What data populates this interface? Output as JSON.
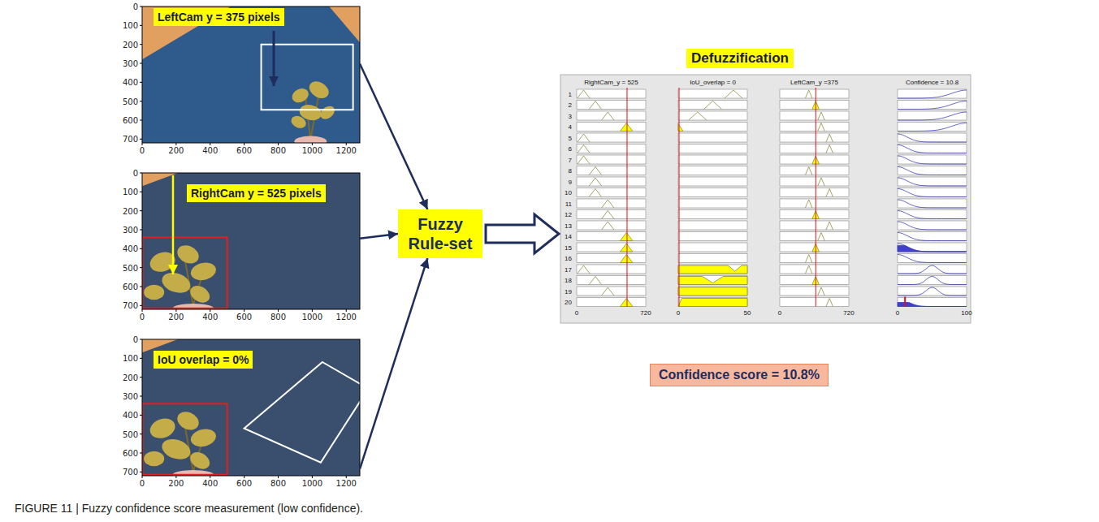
{
  "diagram": {
    "caption": "FIGURE 11 | Fuzzy confidence score measurement (low confidence).",
    "nodes": [
      {
        "text": [
          "LeftCam y = 375 pixels"
        ]
      },
      {
        "text": [
          "RightCam y = 525 pixels"
        ]
      },
      {
        "text": [
          "IoU overlap = 0%"
        ]
      },
      {
        "text": [
          "Fuzzy Rule-set"
        ]
      },
      {
        "text": [
          "Defuzzification"
        ]
      },
      {
        "text": [
          "Confidence score = 10.8%"
        ]
      }
    ],
    "edges": [
      {
        "from": 0,
        "to": 3,
        "arrow": "to"
      },
      {
        "from": 1,
        "to": 3,
        "arrow": "to"
      },
      {
        "from": 2,
        "to": 3,
        "arrow": "to"
      },
      {
        "from": 3,
        "to": 4,
        "arrow": "to"
      }
    ],
    "labels": [
      "0",
      "100",
      "200",
      "300",
      "400",
      "500",
      "600",
      "700",
      "0",
      "200",
      "400",
      "600",
      "800",
      "1000",
      "1200",
      "0",
      "100",
      "200",
      "300",
      "400",
      "500",
      "600",
      "700",
      "0",
      "200",
      "400",
      "600",
      "800",
      "1000",
      "1200",
      "0",
      "100",
      "200",
      "300",
      "400",
      "500",
      "600",
      "700",
      "0",
      "200",
      "400",
      "600",
      "800",
      "1000",
      "1200",
      "RightCam_y = 525",
      "IoU_overlap = 0",
      "LeftCam_y =375",
      "Confidence = 10.8",
      "1",
      "2",
      "3",
      "4",
      "5",
      "6",
      "7",
      "8",
      "9",
      "10",
      "11",
      "12",
      "13",
      "14",
      "15",
      "16",
      "17",
      "18",
      "19",
      "20",
      "0",
      "720",
      "0",
      "50",
      "0",
      "720",
      "0",
      "100"
    ]
  }
}
